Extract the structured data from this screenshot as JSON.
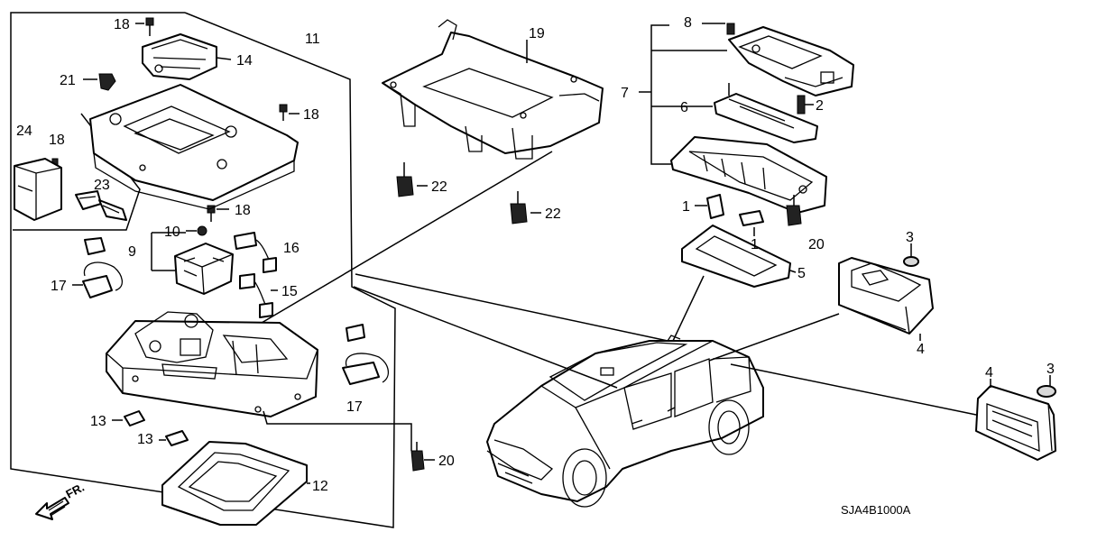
{
  "diagram": {
    "code": "SJA4B1000A",
    "front_marker": "FR.",
    "callouts": {
      "c1a": "1",
      "c1b": "1",
      "c2": "2",
      "c3a": "3",
      "c3b": "3",
      "c4a": "4",
      "c4b": "4",
      "c5": "5",
      "c6": "6",
      "c7": "7",
      "c8": "8",
      "c9": "9",
      "c10": "10",
      "c11": "11",
      "c12": "12",
      "c13a": "13",
      "c13b": "13",
      "c14": "14",
      "c15": "15",
      "c16": "16",
      "c17a": "17",
      "c17b": "17",
      "c18a": "18",
      "c18b": "18",
      "c18c": "18",
      "c18d": "18",
      "c19": "19",
      "c20a": "20",
      "c20b": "20",
      "c21": "21",
      "c22a": "22",
      "c22b": "22",
      "c23": "23",
      "c24": "24"
    }
  }
}
